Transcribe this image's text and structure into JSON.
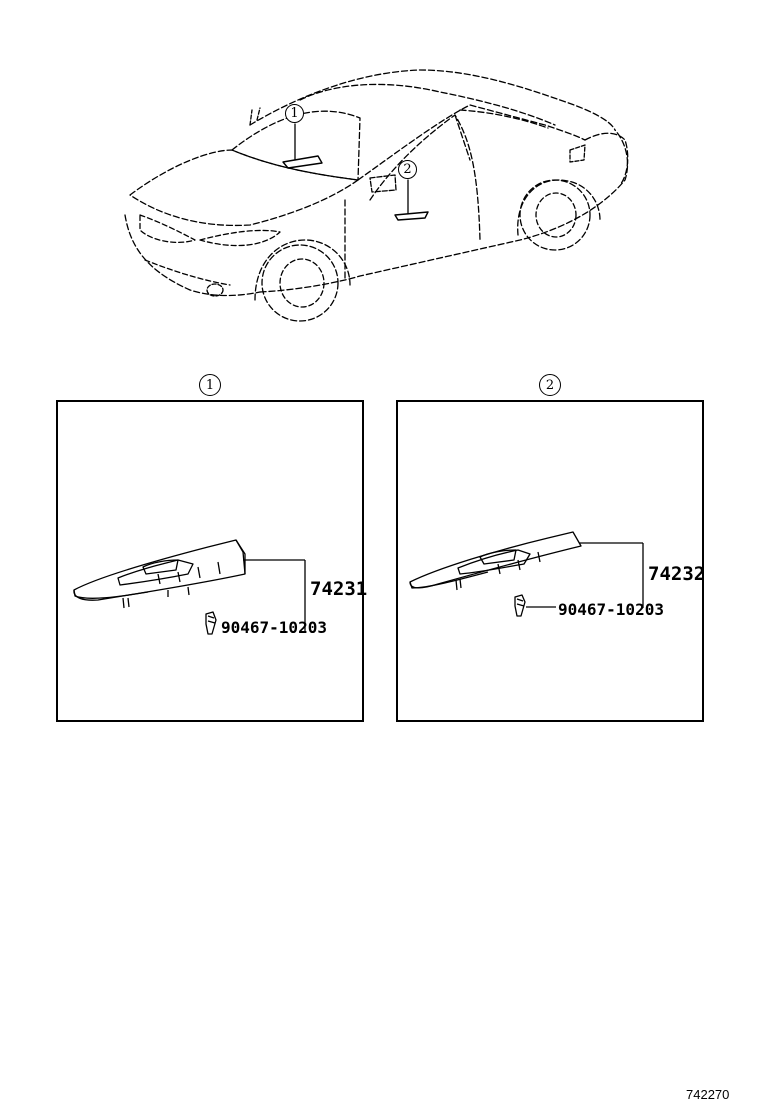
{
  "car": {
    "callouts": [
      {
        "label": "1"
      },
      {
        "label": "2"
      }
    ]
  },
  "panels": [
    {
      "label": "1",
      "part_main": "74231",
      "part_clip": "90467-10203"
    },
    {
      "label": "2",
      "part_main": "74232",
      "part_clip": "90467-10203"
    }
  ],
  "diagram_id": "742270"
}
